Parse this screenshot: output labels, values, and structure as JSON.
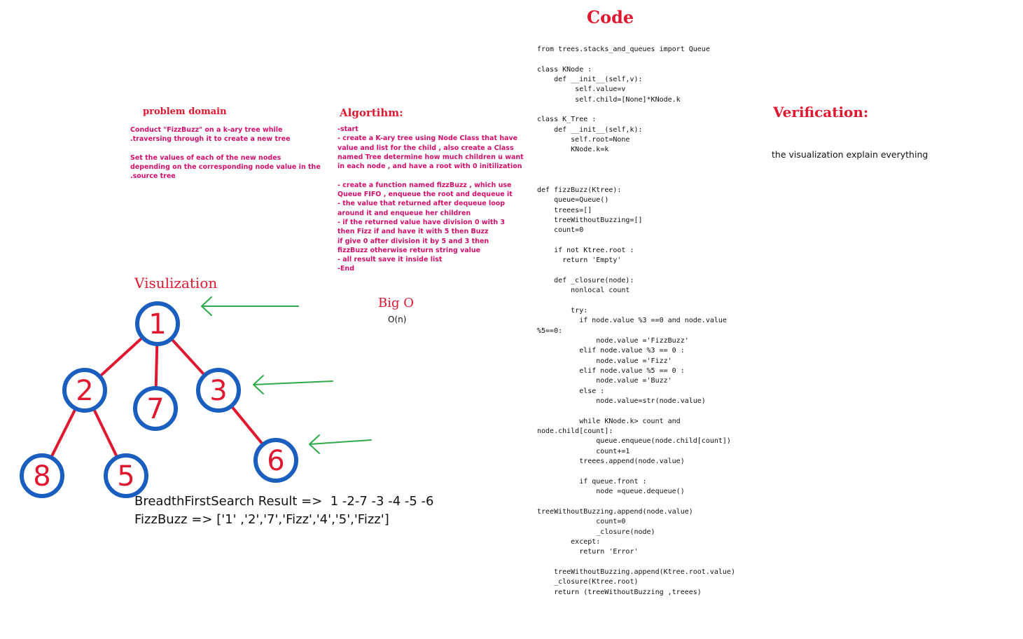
{
  "code": {
    "title": "Code",
    "lines": [
      "from trees.stacks_and_queues import Queue",
      "",
      "class KNode :",
      "    def __init__(self,v):",
      "         self.value=v",
      "         self.child=[None]*KNode.k",
      "",
      "class K_Tree :",
      "    def __init__(self,k):",
      "        self.root=None",
      "        KNode.k=k",
      "",
      "",
      "",
      "def fizzBuzz(Ktree):",
      "    queue=Queue()",
      "    treees=[]",
      "    treeWithoutBuzzing=[]",
      "    count=0",
      "",
      "    if not Ktree.root :",
      "      return 'Empty'",
      "",
      "    def _closure(node):",
      "        nonlocal count",
      "",
      "        try:",
      "          if node.value %3 ==0 and node.value",
      "%5==0:",
      "              node.value ='FizzBuzz'",
      "          elif node.value %3 == 0 :",
      "              node.value ='Fizz'",
      "          elif node.value %5 == 0 :",
      "              node.value ='Buzz'",
      "          else :",
      "              node.value=str(node.value)",
      "",
      "          while KNode.k> count and",
      "node.child[count]:",
      "              queue.enqueue(node.child[count])",
      "              count+=1",
      "          treees.append(node.value)",
      "",
      "          if queue.front :",
      "              node =queue.dequeue()",
      "",
      "treeWithoutBuzzing.append(node.value)",
      "              count=0",
      "              _closure(node)",
      "        except:",
      "          return 'Error'",
      "",
      "    treeWithoutBuzzing.append(Ktree.root.value)",
      "    _closure(Ktree.root)",
      "    return (treeWithoutBuzzing ,treees)"
    ]
  },
  "problem_domain": {
    "title": "problem domain",
    "text": "Conduct \"FizzBuzz\" on a k-ary tree while\n.traversing through it to create a new tree\n\nSet the values of each of the new nodes\ndepending on the corresponding node value in the\n.source tree"
  },
  "algorithm": {
    "title": "Algortihm:",
    "text": "-start\n- create a K-ary tree using Node Class that have\nvalue and list for the child , also create a Class\nnamed Tree determine how much children u want\nin each node , and have a root with 0 initilization\n\n- create a function named fizzBuzz , which use\nQueue FIFO , enqueue the root and dequeue it\n- the value that returned after dequeue loop\naround it and enqueue her children\n- if the returned value have division 0 with 3\nthen Fizz if and have it with 5 then Buzz\nif give 0 after division it by 5 and 3 then\nfizzBuzz otherwise return string value\n- all result save it inside list\n-End"
  },
  "verification": {
    "title": "Verification:",
    "text": "the visualization explain everything"
  },
  "visualization": {
    "title": "Visulization",
    "nodes": [
      {
        "id": "n1",
        "label": "1"
      },
      {
        "id": "n2",
        "label": "2"
      },
      {
        "id": "n7",
        "label": "7"
      },
      {
        "id": "n3",
        "label": "3"
      },
      {
        "id": "n8",
        "label": "8"
      },
      {
        "id": "n5",
        "label": "5"
      },
      {
        "id": "n6",
        "label": "6"
      }
    ],
    "edges": [
      [
        "n1",
        "n2"
      ],
      [
        "n1",
        "n7"
      ],
      [
        "n1",
        "n3"
      ],
      [
        "n2",
        "n8"
      ],
      [
        "n2",
        "n5"
      ],
      [
        "n3",
        "n6"
      ]
    ],
    "colors": {
      "node_ring": "#1a5fc0",
      "node_text": "#e0182f",
      "edge": "#e0182f",
      "arrow": "#2eaa4a"
    }
  },
  "big_o": {
    "title": "Big O",
    "value": "O(n)"
  },
  "results": {
    "bfs": "BreadthFirstSearch Result =>  1 -2-7 -3 -4 -5 -6",
    "fizzbuzz": "FizzBuzz => ['1' ,'2','7','Fizz','4','5','Fizz']"
  }
}
